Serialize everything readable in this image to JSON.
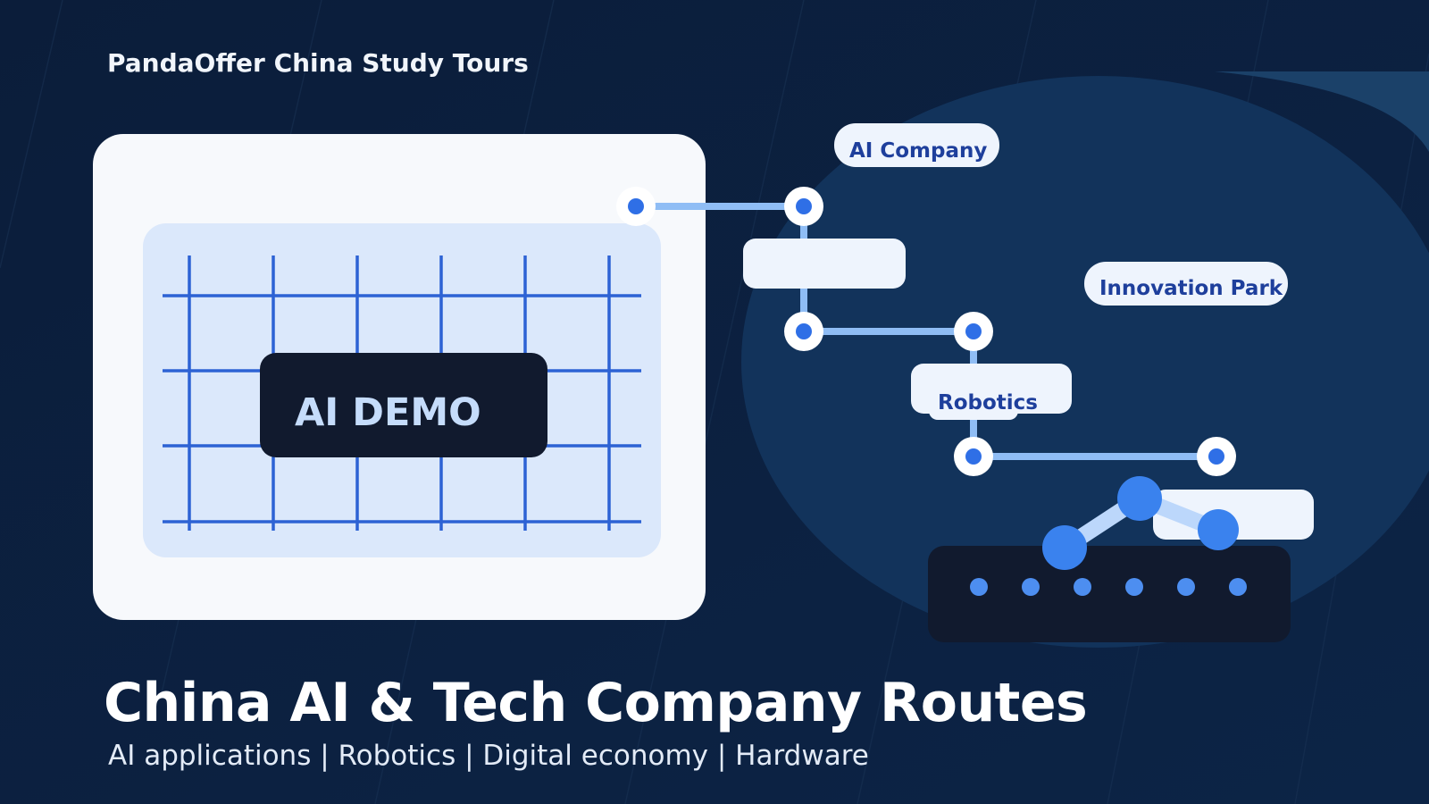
{
  "brand": "PandaOffer China Study Tours",
  "demo_label": "AI DEMO",
  "route_labels": {
    "ai_company": "AI Company",
    "innovation_park": "Innovation Park",
    "robotics": "Robotics"
  },
  "headline": "China AI & Tech Company Routes",
  "subline": "AI applications | Robotics | Digital economy | Hardware",
  "colors": {
    "background": "#0b1f3e",
    "accent_blue": "#2f6fe6",
    "light_blue": "#8fbdf5",
    "label_text": "#1e3f9c"
  }
}
